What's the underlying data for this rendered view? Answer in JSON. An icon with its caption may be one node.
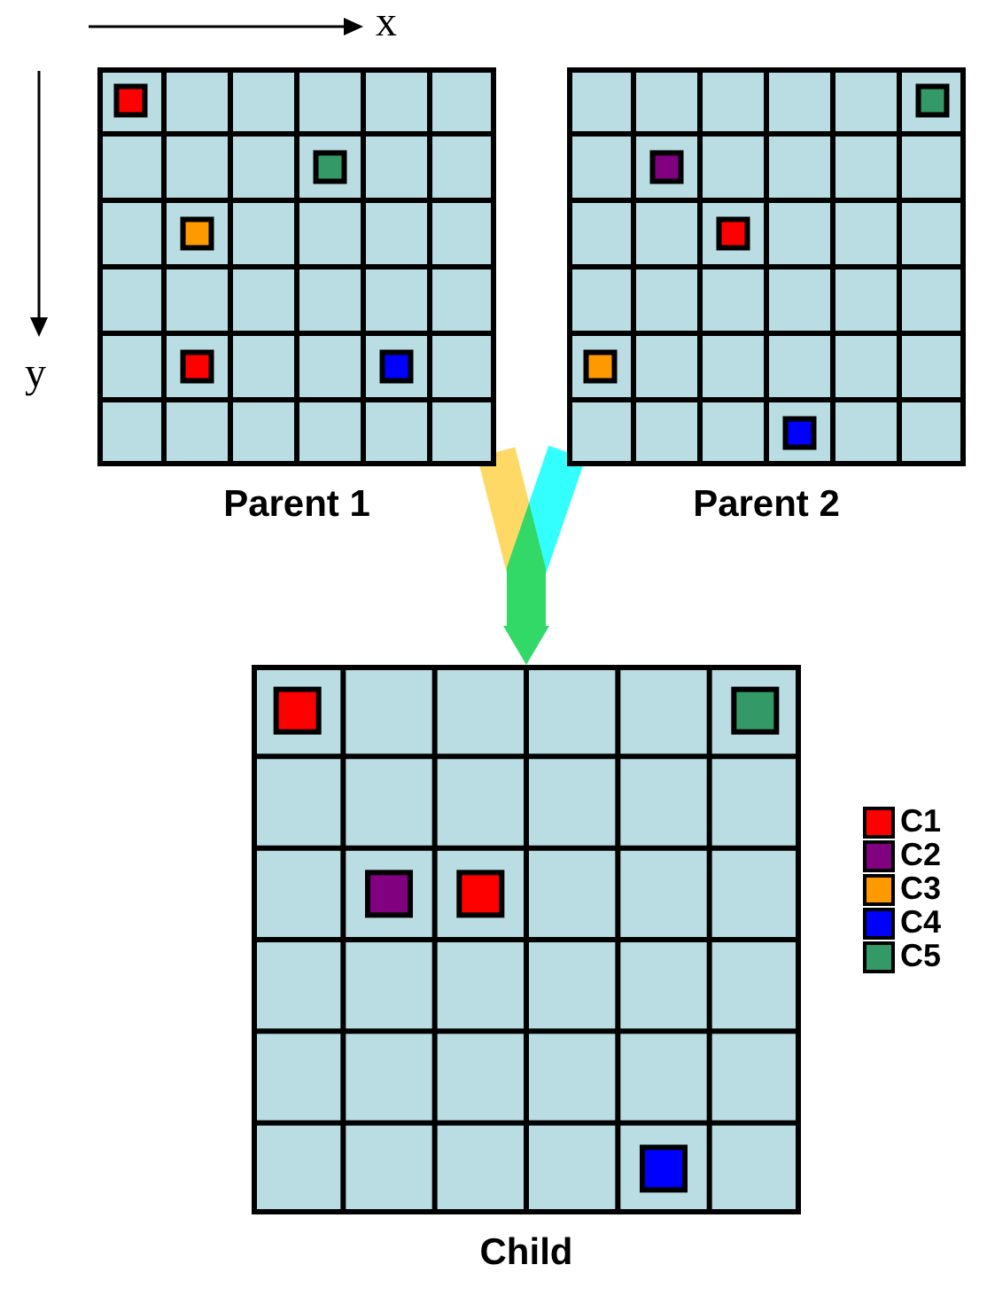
{
  "diagram": {
    "nodes": [
      {
        "text": [
          "Parent 1"
        ]
      },
      {
        "text": [
          "Parent 2"
        ]
      },
      {
        "text": [
          "Child"
        ]
      }
    ],
    "edges": [
      {
        "from": 0,
        "to": 2,
        "arrow": "to",
        "color": "#ffd966"
      },
      {
        "from": 1,
        "to": 2,
        "arrow": "to",
        "color": "#33ffff"
      }
    ],
    "labels": [
      "x",
      "y"
    ],
    "legend": [
      {
        "text": "C1",
        "color": "#ff0000"
      },
      {
        "text": "C2",
        "color": "#800080"
      },
      {
        "text": "C3",
        "color": "#ff9900"
      },
      {
        "text": "C4",
        "color": "#0000ff"
      },
      {
        "text": "C5",
        "color": "#339966"
      }
    ]
  }
}
